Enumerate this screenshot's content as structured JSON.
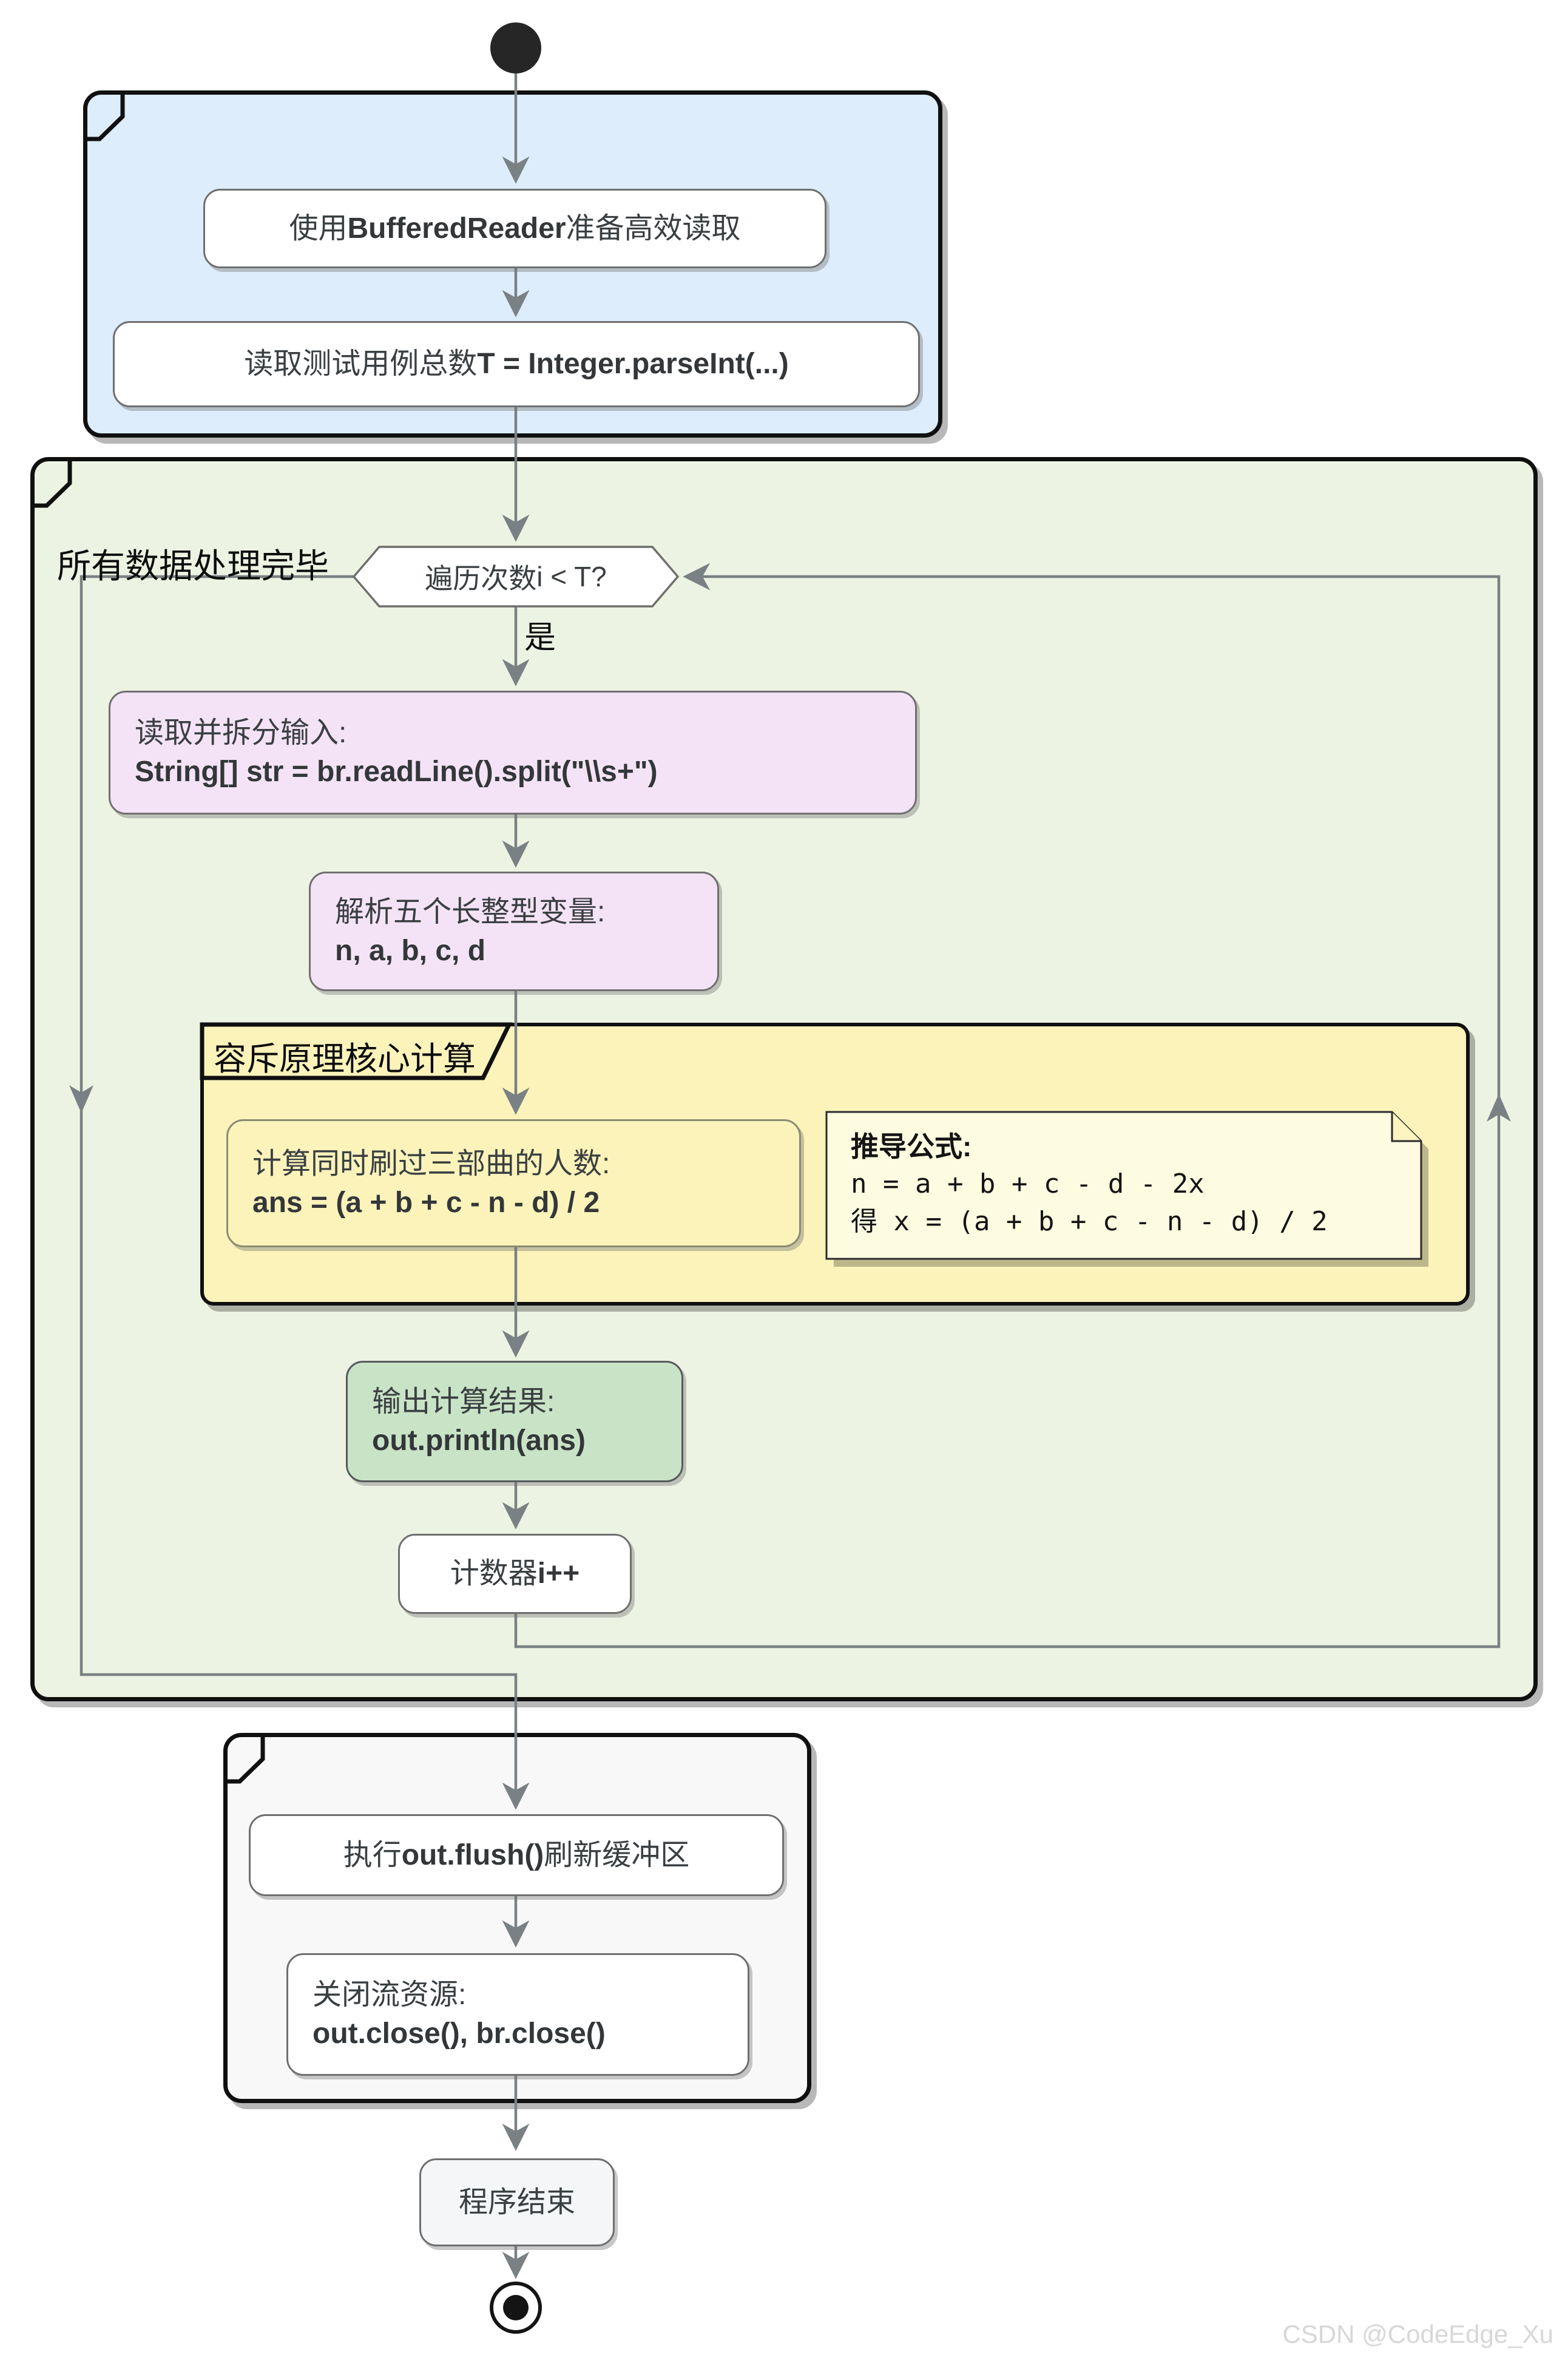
{
  "watermark": "CSDN @CodeEdge_Xu",
  "colors": {
    "setup_partition_fill": "#ddedfb",
    "loop_partition_fill": "#edf3e2",
    "calc_partition_fill": "#fbf3ba",
    "note_fill": "#fdfbe0",
    "cleanup_partition_fill": "#f8f8f8",
    "purple_node_fill": "#f4e3f6",
    "green_node_fill": "#c9e3c6",
    "partition_border": "#101010",
    "node_border": "#6f6f6f",
    "edge_color": "#7a8184",
    "start_end_node": "#262626",
    "watermark_color": "#d7d7d7"
  },
  "icons": {
    "start": "filled-circle",
    "end": "bullseye-circle",
    "partition_fold": "folded-corner",
    "note_fold": "dog-ear"
  },
  "labels": {
    "loop_exit": "所有数据处理完毕",
    "loop_yes": "是",
    "calc_partition_title": "容斥原理核心计算"
  },
  "nodes": {
    "prepare_reader": {
      "pre": "使用 ",
      "code": "BufferedReader",
      "post": " 准备高效读取"
    },
    "read_total": {
      "pre": "读取测试用例总数 ",
      "code": "T = Integer.parseInt(...)"
    },
    "loop_condition": {
      "pre": "遍历次数 ",
      "code": "i < T?"
    },
    "read_split": {
      "line1": "读取并拆分输入:",
      "code": "String[] str = br.readLine().split(\"\\\\s+\")"
    },
    "parse_vars": {
      "line1": "解析五个长整型变量:",
      "code": "n, a, b, c, d"
    },
    "calc_ans": {
      "line1": "计算同时刷过三部曲的人数:",
      "code": "ans = (a + b + c - n - d) / 2"
    },
    "formula_note": {
      "title": "推导公式:",
      "line1": "n = a + b + c - d - 2x",
      "line2": "得 x = (a + b + c - n - d) / 2"
    },
    "print_result": {
      "line1": "输出计算结果:",
      "code": "out.println(ans)"
    },
    "counter": {
      "pre": "计数器 ",
      "code": "i++"
    },
    "flush": {
      "pre": "执行 ",
      "code": "out.flush()",
      "post": " 刷新缓冲区"
    },
    "close_streams": {
      "line1": "关闭流资源:",
      "code": "out.close(), br.close()"
    },
    "end_box": {
      "text": "程序结束"
    }
  }
}
